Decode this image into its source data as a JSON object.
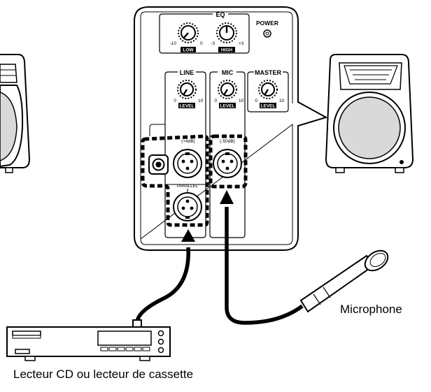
{
  "panel": {
    "eq": {
      "title": "EQ",
      "low": {
        "min": "-10",
        "max": "0",
        "name": "LOW"
      },
      "high": {
        "min": "-3",
        "max": "+3",
        "name": "HIGH"
      }
    },
    "power": "POWER",
    "line": {
      "title": "LINE",
      "min": "0",
      "max": "10",
      "name": "LEVEL",
      "gain": "(+4dB)",
      "parallel": "PARALLEL"
    },
    "mic": {
      "title": "MIC",
      "min": "0",
      "max": "10",
      "name": "LEVEL",
      "gain": "(-50dB)"
    },
    "master": {
      "title": "MASTER",
      "min": "0",
      "max": "10",
      "name": "LEVEL"
    }
  },
  "labels": {
    "microphone": "Microphone",
    "player": "Lecteur CD ou lecteur de cassette"
  },
  "colors": {
    "line": "#000000",
    "knob_fill": "#ffffff",
    "speaker_cone": "#d9d9d9"
  }
}
